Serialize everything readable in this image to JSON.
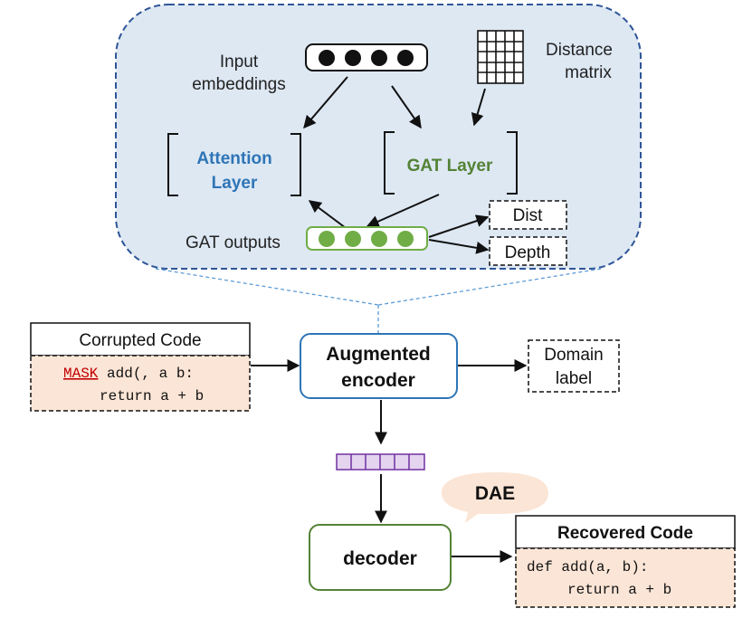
{
  "top_panel": {
    "input_label_line1": "Input",
    "input_label_line2": "embeddings",
    "distance_label_line1": "Distance",
    "distance_label_line2": "matrix",
    "attention_line1": "Attention",
    "attention_line2": "Layer",
    "gat_layer": "GAT Layer",
    "gat_outputs": "GAT outputs",
    "dist": "Dist",
    "depth": "Depth"
  },
  "corrupted": {
    "title": "Corrupted Code",
    "mask_token": "MASK",
    "line1_rest": " add(, a b:",
    "line2": "return a + b"
  },
  "encoder": {
    "line1": "Augmented",
    "line2": "encoder"
  },
  "domain": {
    "line1": "Domain",
    "line2": "label"
  },
  "dae_bubble": "DAE",
  "decoder": "decoder",
  "recovered": {
    "title": "Recovered Code",
    "line1": "def add(a, b):",
    "line2": "return a + b"
  },
  "colors": {
    "panel_fill": "#dde8f3",
    "panel_border": "#2f5597",
    "attention_text": "#2e75b6",
    "gat_green": "#548235",
    "gat_dot": "#70ad47",
    "purple": "#7030a0",
    "code_bg": "#fbe5d6",
    "mask_red": "#c00000",
    "bubble": "#fbe5d6"
  }
}
